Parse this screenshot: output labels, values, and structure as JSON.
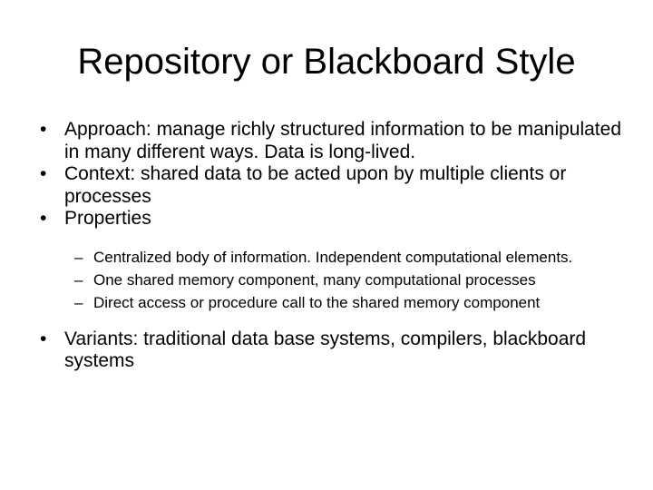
{
  "slide": {
    "title": "Repository or Blackboard Style",
    "bullets": [
      {
        "marker": "•",
        "text": "Approach: manage richly structured information to be manipulated in many different ways. Data is long-lived."
      },
      {
        "marker": "•",
        "text": "Context: shared data to be acted upon by multiple clients or processes"
      },
      {
        "marker": "•",
        "text": "Properties",
        "sub": [
          {
            "marker": "–",
            "text": "Centralized body of information. Independent computational elements."
          },
          {
            "marker": "–",
            "text": "One shared memory component, many computational processes"
          },
          {
            "marker": "–",
            "text": "Direct access or procedure call to the shared memory component"
          }
        ]
      },
      {
        "marker": "•",
        "text": "Variants: traditional data base systems, compilers, blackboard systems"
      }
    ]
  }
}
